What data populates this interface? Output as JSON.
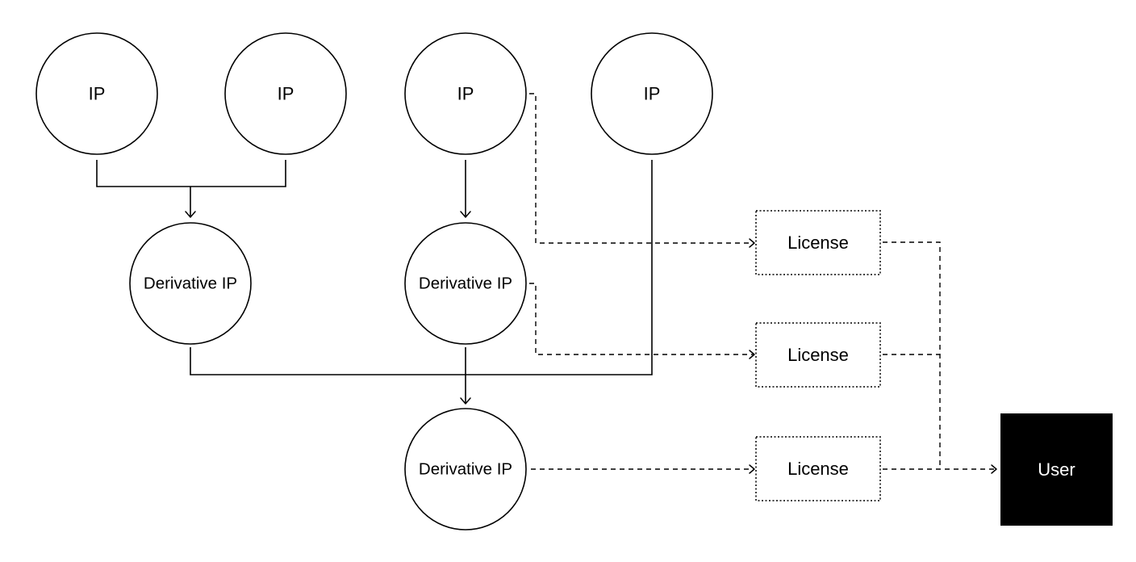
{
  "nodes": {
    "ip_1": {
      "label": "IP"
    },
    "ip_2": {
      "label": "IP"
    },
    "ip_3": {
      "label": "IP"
    },
    "ip_4": {
      "label": "IP"
    },
    "derivative_1": {
      "label": "Derivative IP"
    },
    "derivative_2": {
      "label": "Derivative IP"
    },
    "derivative_3": {
      "label": "Derivative IP"
    },
    "license_1": {
      "label": "License"
    },
    "license_2": {
      "label": "License"
    },
    "license_3": {
      "label": "License"
    },
    "user": {
      "label": "User"
    }
  },
  "colors": {
    "line": "#000000",
    "background": "#ffffff",
    "user_fill": "#000000",
    "user_text": "#ffffff"
  }
}
